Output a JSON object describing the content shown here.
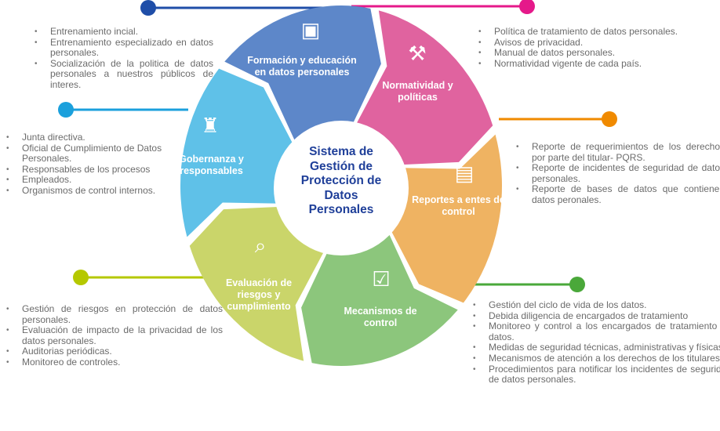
{
  "center_title": "Sistema de Gestión de Protección de Datos Personales",
  "colors": {
    "formacion": "#5d87c9",
    "normatividad": "#e0639f",
    "reportes": "#efb362",
    "mecanismos": "#8cc67c",
    "evaluacion": "#cad56a",
    "gobernanza": "#5fc1e8"
  },
  "segments": {
    "formacion": {
      "label": "Formación y educación en datos personales",
      "icon": "presentation-people-icon",
      "items": [
        "Entrenamiento incial.",
        "Entrenamiento especializado en datos personales.",
        "Socialización de la politica de datos personales a nuestros públicos de interes."
      ]
    },
    "normatividad": {
      "label": "Normatividad y políticas",
      "icon": "gavel-icon",
      "items": [
        "Política de tratamiento de datos personales.",
        "Avisos de privacidad.",
        "Manual de datos personales.",
        "Normatividad vigente de cada país."
      ]
    },
    "reportes": {
      "label": "Reportes a entes de control",
      "icon": "documents-icon",
      "items": [
        "Reporte de requerimientos de los derechos por parte del titular- PQRS.",
        "Reporte de incidentes de seguridad de datos personales.",
        "Reporte de bases de datos que contienen datos peronales."
      ]
    },
    "mecanismos": {
      "label": "Mecanismos de control",
      "icon": "checklist-board-icon",
      "items": [
        "Gestión del ciclo de vida de los datos.",
        "Debida diligencia de encargados de tratamiento",
        "Monitoreo y control a los encargados de tratamiento de datos.",
        "Medidas de seguridad técnicas, administrativas y físicas.",
        "Mecanismos de atención a los derechos de los titulares.",
        "Procedimientos para notificar los incidentes de seguridad de datos personales."
      ]
    },
    "evaluacion": {
      "label": "Evaluación de riesgos y cumplimiento",
      "icon": "magnifier-chart-icon",
      "items": [
        "Gestión de riesgos en protección de datos personales.",
        "Evaluación de impacto de la privacidad de los datos personales.",
        "Auditorias periódicas.",
        "Monitoreo de controles."
      ]
    },
    "gobernanza": {
      "label": "Gobernanza y responsables",
      "icon": "meeting-table-icon",
      "items": [
        "Junta directiva.",
        "Oficial de Cumplimiento de Datos Personales.",
        "Responsables de los procesos",
        "Empleados.",
        "Organismos de control internos."
      ]
    }
  }
}
